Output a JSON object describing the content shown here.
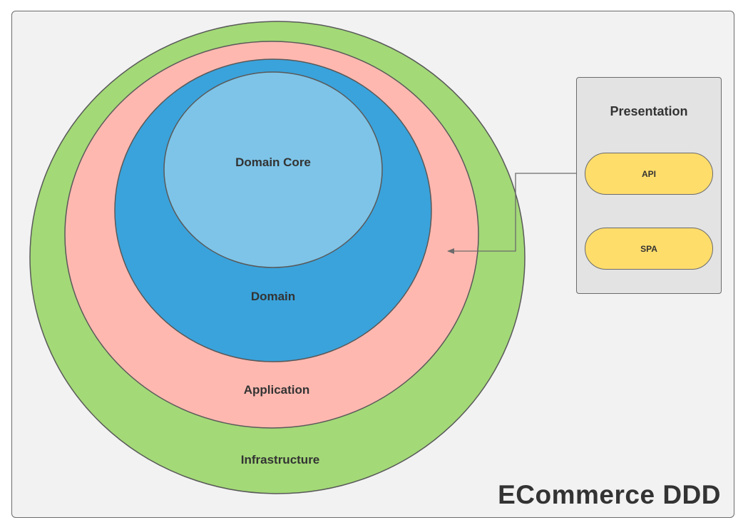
{
  "layers": {
    "infrastructure": {
      "label": "Infrastructure",
      "color": "#a3d977"
    },
    "application": {
      "label": "Application",
      "color": "#ffb8b0"
    },
    "domain": {
      "label": "Domain",
      "color": "#3aa3dc"
    },
    "domain_core": {
      "label": "Domain Core",
      "color": "#7dc4e8"
    }
  },
  "presentation": {
    "title": "Presentation",
    "items": [
      {
        "label": "API",
        "color": "#ffdd6b"
      },
      {
        "label": "SPA",
        "color": "#ffdd6b"
      }
    ]
  },
  "footer": {
    "title": "ECommerce DDD"
  }
}
